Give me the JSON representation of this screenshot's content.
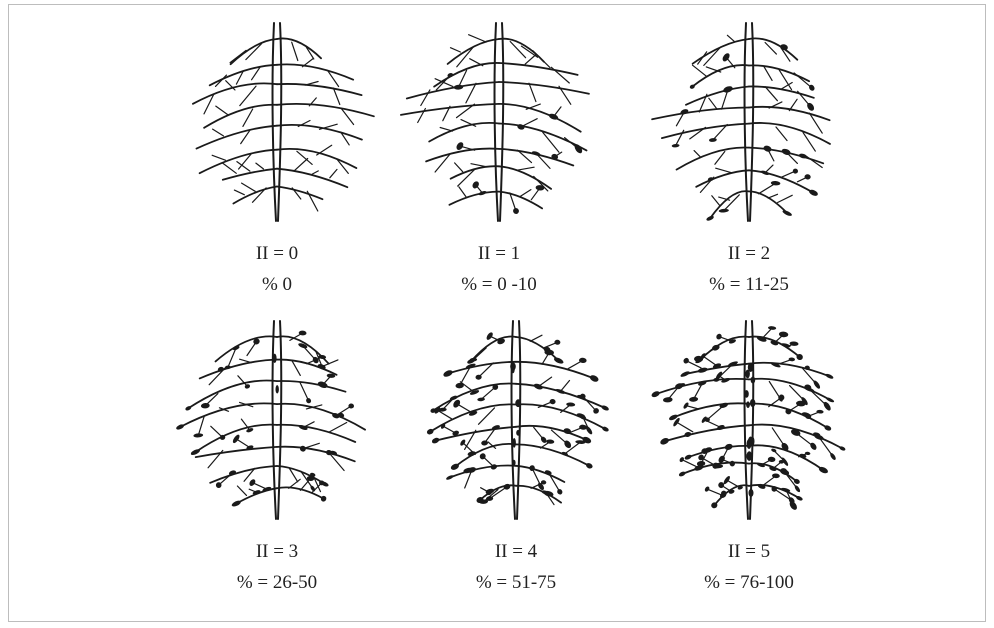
{
  "figure": {
    "panels": [
      {
        "index_label": "II = 0",
        "percent_label": "% 0",
        "galling_percent_range": [
          0,
          0
        ]
      },
      {
        "index_label": "II = 1",
        "percent_label": "% = 0 -10",
        "galling_percent_range": [
          0,
          10
        ]
      },
      {
        "index_label": "II = 2",
        "percent_label": "% = 11-25",
        "galling_percent_range": [
          11,
          25
        ]
      },
      {
        "index_label": "II = 3",
        "percent_label": "% = 26-50",
        "galling_percent_range": [
          26,
          50
        ]
      },
      {
        "index_label": "II = 4",
        "percent_label": "% = 51-75",
        "galling_percent_range": [
          51,
          75
        ]
      },
      {
        "index_label": "II = 5",
        "percent_label": "% = 76-100",
        "galling_percent_range": [
          76,
          100
        ]
      }
    ],
    "colors": {
      "ink": "#1a1a1a",
      "background": "#ffffff",
      "frame": "#bdbdbd"
    }
  }
}
